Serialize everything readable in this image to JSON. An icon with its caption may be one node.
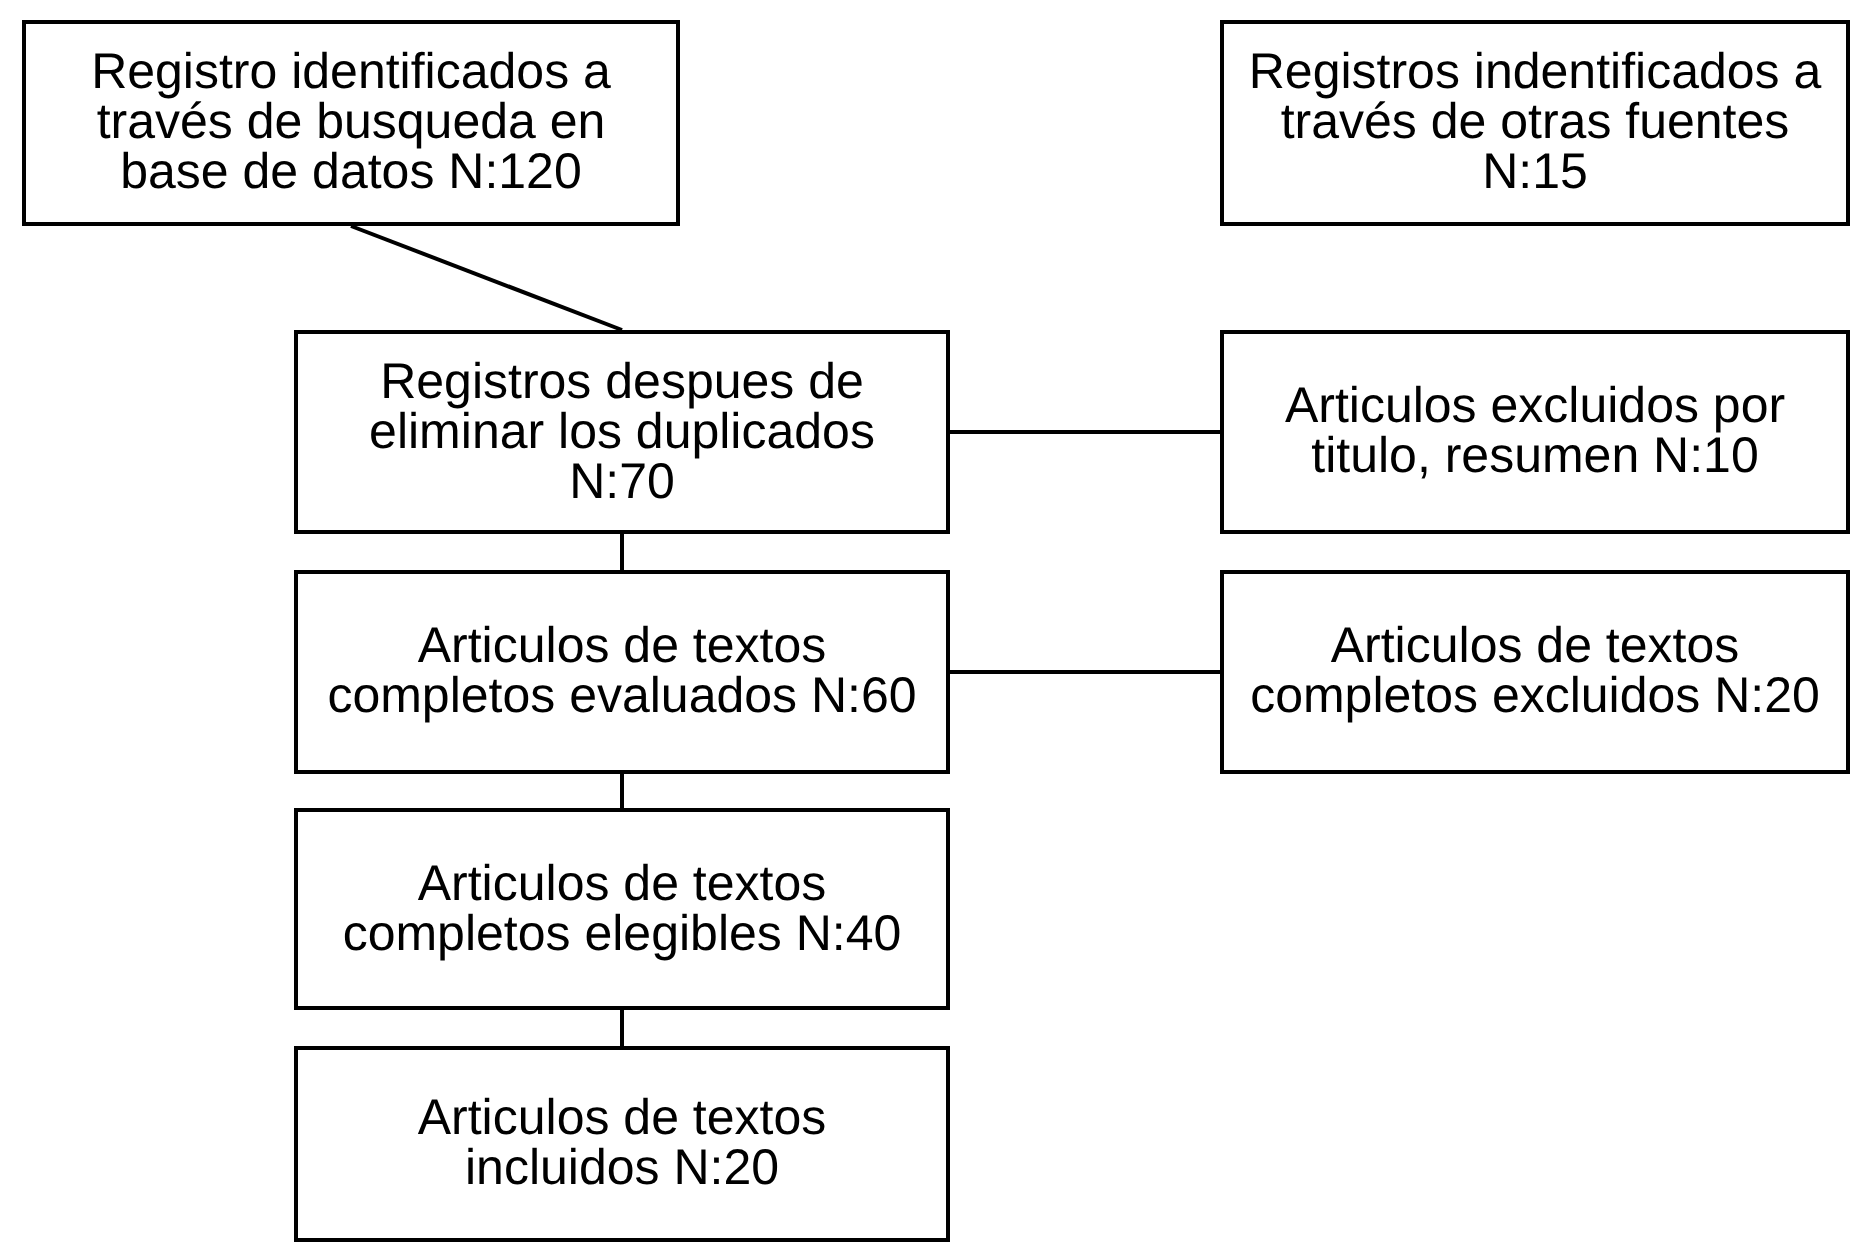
{
  "diagram": {
    "nodes": [
      {
        "text": [
          "Registro identificados a través de busqueda en base de datos N:120"
        ]
      },
      {
        "text": [
          "Registros indentificados a través de otras fuentes N:15"
        ]
      },
      {
        "text": [
          "Registros despues de eliminar los duplicados N:70"
        ]
      },
      {
        "text": [
          "Articulos excluidos por titulo, resumen N:10"
        ]
      },
      {
        "text": [
          "Articulos de textos completos evaluados N:60"
        ]
      },
      {
        "text": [
          "Articulos de textos completos excluidos N:20"
        ]
      },
      {
        "text": [
          "Articulos de textos completos elegibles N:40"
        ]
      },
      {
        "text": [
          "Articulos de textos incluidos N:20"
        ]
      }
    ],
    "edges": [
      {
        "from": 0,
        "to": 2,
        "arrow": "none"
      },
      {
        "from": 2,
        "to": 3,
        "arrow": "none"
      },
      {
        "from": 2,
        "to": 4,
        "arrow": "none"
      },
      {
        "from": 4,
        "to": 5,
        "arrow": "none"
      },
      {
        "from": 4,
        "to": 6,
        "arrow": "none"
      },
      {
        "from": 6,
        "to": 7,
        "arrow": "none"
      }
    ]
  }
}
